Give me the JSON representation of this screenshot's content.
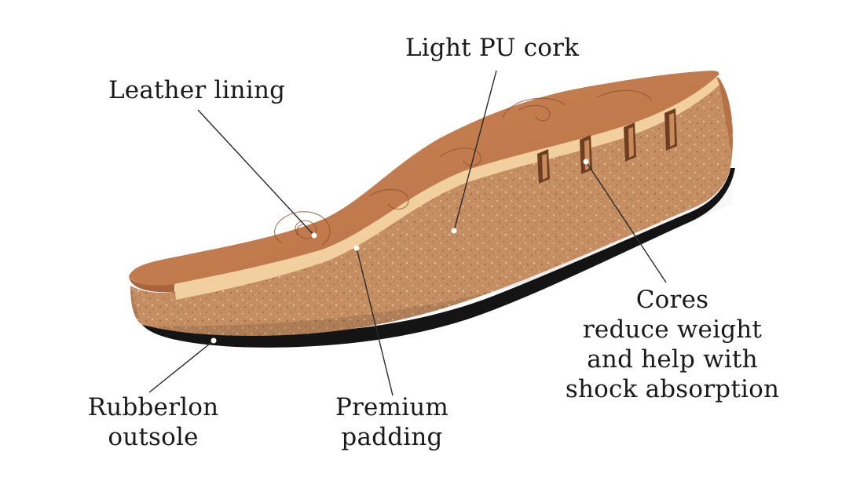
{
  "callouts": {
    "light_pu_cork": "Light PU cork",
    "leather_lining": "Leather lining",
    "cores": [
      "Cores",
      "reduce weight",
      "and help with",
      "shock absorption"
    ],
    "rubberlon_outsole": [
      "Rubberlon",
      "outsole"
    ],
    "premium_padding": [
      "Premium",
      "padding"
    ]
  },
  "colors": {
    "leather": "#c07a4e",
    "leather_dark": "#9e5c36",
    "padding": "#f2cf9e",
    "cork": "#c48d62",
    "cork_dark": "#a66e46",
    "outsole": "#141414",
    "leader_line": "#2a2a2a"
  }
}
